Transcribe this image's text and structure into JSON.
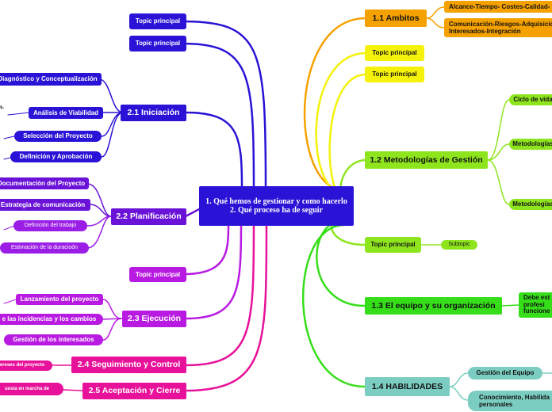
{
  "colors": {
    "blue": "#2a12d6",
    "violet": "#6a12d8",
    "lilac": "#9b1ee6",
    "purple": "#b81ae2",
    "magenta": "#e8119a",
    "orange": "#f5a100",
    "yellow": "#f4f20a",
    "lime": "#8ee51e",
    "green": "#36de1a",
    "teal": "#7ccdc1"
  },
  "center": {
    "line1": "1. Qué hemos de gestionar y como hacerlo",
    "line2": "2.  Qué proceso ha de seguir"
  },
  "left": {
    "topic_top_1": "Topic principal",
    "topic_top_2": "Topic principal",
    "iniciacion": {
      "label": "2.1 Iniciación",
      "children": [
        "Diagnóstico y Conceptualización",
        "Análisis de Viabilidad",
        "Selección del Proyecto",
        "Definición y Aprobación"
      ],
      "fragment": "s."
    },
    "planificacion": {
      "label": "2.2 Planificación",
      "children": [
        "Documentación del Proyecto",
        "Estrategia de comunicación",
        "Definición del trabajo",
        "Estimación de la duracioón"
      ]
    },
    "topic_mid": "Topic principal",
    "ejecucion": {
      "label": "2.3 Ejecución",
      "children": [
        "Lanzamiento del proyecto",
        "e las incidencias y los cambios",
        "Gestión de los interesados"
      ]
    },
    "seguimiento": {
      "label": "2.4 Seguimiento y Control",
      "child": "ereses del proyecto"
    },
    "aceptacion": {
      "label": "2.5 Aceptación y Cierre",
      "child": "uesta en marcha de"
    }
  },
  "right": {
    "ambitos": {
      "label": "1.1 Ambitos",
      "children": [
        "Alcance-Tiempo- Costes-Calidad-",
        "Comunicación-Riesgos-Adquisició Interesados-Integración"
      ]
    },
    "topic_1": "Topic principal",
    "topic_2": "Topic principal",
    "metodologias": {
      "label": "1.2 Metodologías de Gestión",
      "children": [
        "Ciclo de vida",
        "Metodologías",
        "Metodologías"
      ]
    },
    "topic_3": "Topic principal",
    "subtopic": "Subtopic",
    "equipo": {
      "label": "1.3 El equipo y su organización",
      "child": "Debe est y profesi funcione"
    },
    "habilidades": {
      "label": "1.4 HABILIDADES",
      "children": [
        "Gestión del Equipo",
        "Conocimiento, Habilida personales"
      ]
    }
  }
}
